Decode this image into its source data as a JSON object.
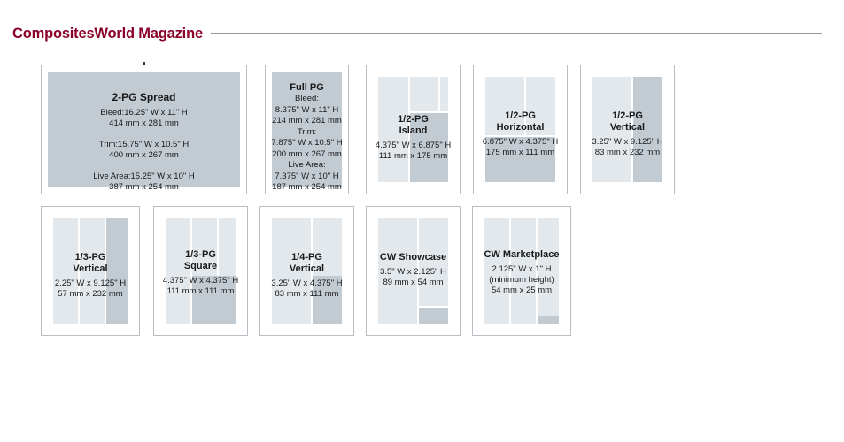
{
  "header": {
    "title": "CompositesWorld Magazine",
    "rule_color": "#989898",
    "title_color": "#8a0028"
  },
  "palette": {
    "light_fill": "#e3e8ec",
    "dark_fill": "#c2cad2",
    "card_border": "#b9bec4",
    "page_background": "#ffffff"
  },
  "ad_sizes": [
    {
      "id": "2pg-spread",
      "title": "2-PG Spread",
      "specs": "Bleed:16.25\" W x 11\" H\n414 mm x 281 mm\n\nTrim:15.75\" W x 10.5\" H\n400 mm x 267 mm\n\nLive Area:15.25\" W x 10\" H\n387 mm x 254 mm"
    },
    {
      "id": "full-pg",
      "title": "Full PG",
      "specs": "Bleed:\n8.375\" W x 11\" H\n214 mm x 281 mm\nTrim:\n7.875\" W x 10.5\" H\n200 mm x 267 mm\nLive Area:\n7.375\" W x 10\" H\n187 mm x 254 mm"
    },
    {
      "id": "half-pg-island",
      "title": "1/2-PG\nIsland",
      "specs": "4.375\" W x 6.875\" H\n111 mm x 175 mm"
    },
    {
      "id": "half-pg-horizontal",
      "title": "1/2-PG\nHorizontal",
      "specs": "6.875\" W x 4.375\" H\n175 mm x 111 mm"
    },
    {
      "id": "half-pg-vertical",
      "title": "1/2-PG\nVertical",
      "specs": "3.25\" W x 9.125\" H\n83 mm x 232 mm"
    },
    {
      "id": "third-pg-vertical",
      "title": "1/3-PG\nVertical",
      "specs": "2.25\" W x 9.125\" H\n57 mm x 232 mm"
    },
    {
      "id": "third-pg-square",
      "title": "1/3-PG\nSquare",
      "specs": "4.375\" W x 4.375\" H\n111 mm x 111 mm"
    },
    {
      "id": "quarter-pg-vertical",
      "title": "1/4-PG\nVertical",
      "specs": "3.25\" W x 4.375\" H\n83 mm x 111 mm"
    },
    {
      "id": "cw-showcase",
      "title": "CW Showcase",
      "specs": "3.5\" W x 2.125\" H\n89 mm x 54 mm"
    },
    {
      "id": "cw-marketplace",
      "title": "CW Marketplace",
      "specs": "2.125\" W x 1\" H\n(minimum height)\n54 mm x 25 mm"
    }
  ]
}
